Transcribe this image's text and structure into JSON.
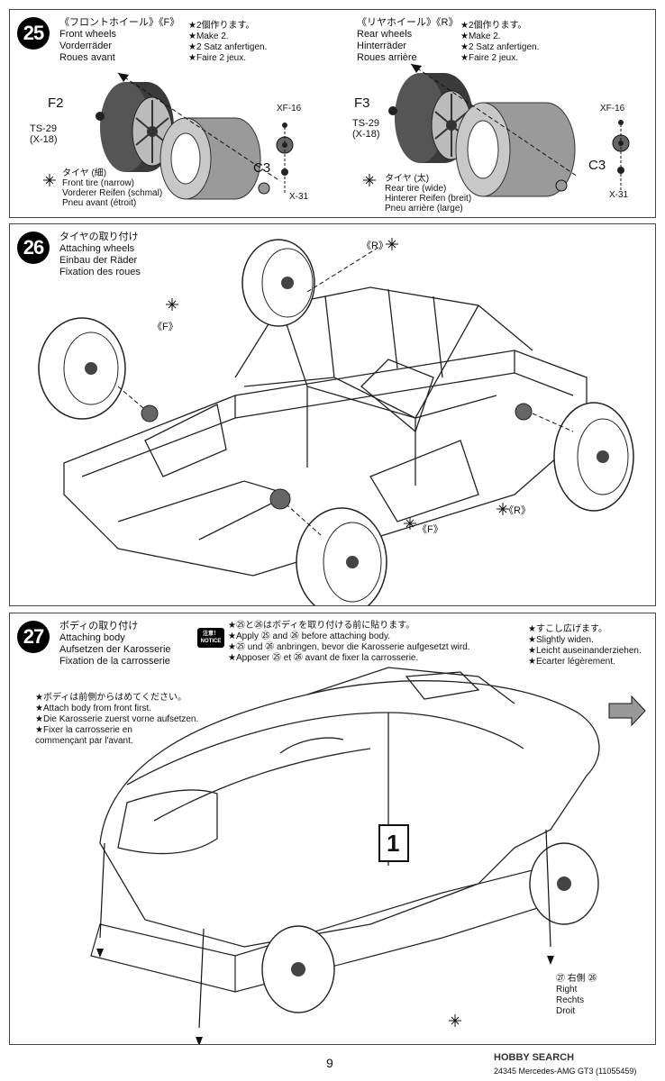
{
  "page_number": "9",
  "footer_code": "24345 Mercedes-AMG GT3 (11055459)",
  "watermark": "HOBBY SEARCH",
  "step25": {
    "number": "25",
    "front": {
      "title_jp": "《フロントホイール》《F》",
      "title_en": "Front wheels",
      "title_de": "Vorderräder",
      "title_fr": "Roues avant"
    },
    "rear": {
      "title_jp": "《リヤホイール》《R》",
      "title_en": "Rear wheels",
      "title_de": "Hinterräder",
      "title_fr": "Roues arrière"
    },
    "make2": {
      "jp": "★2個作ります。",
      "en": "★Make 2.",
      "de": "★2 Satz anfertigen.",
      "fr": "★Faire 2 jeux."
    },
    "front_parts": {
      "wheel": "F2",
      "screw": "TS-29",
      "screw_sub": "(X-18)",
      "nut": "XF-16",
      "cap": "C3",
      "axle": "X-31"
    },
    "rear_parts": {
      "wheel": "F3",
      "screw": "TS-29",
      "screw_sub": "(X-18)",
      "nut": "XF-16",
      "cap": "C3",
      "axle": "X-31"
    },
    "front_tire": {
      "jp": "タイヤ (細)",
      "en": "Front tire (narrow)",
      "de": "Vorderer Reifen (schmal)",
      "fr": "Pneu avant (étroit)"
    },
    "rear_tire": {
      "jp": "タイヤ (太)",
      "en": "Rear tire (wide)",
      "de": "Hinterer Reifen (breit)",
      "fr": "Pneu arrière (large)"
    }
  },
  "step26": {
    "number": "26",
    "title_jp": "タイヤの取り付け",
    "title_en": "Attaching wheels",
    "title_de": "Einbau der Räder",
    "title_fr": "Fixation des roues",
    "label_r": "《R》",
    "label_f": "《F》"
  },
  "step27": {
    "number": "27",
    "title_jp": "ボディの取り付け",
    "title_en": "Attaching body",
    "title_de": "Aufsetzen der Karosserie",
    "title_fr": "Fixation de la carrosserie",
    "notice_badge": [
      "注意！",
      "NOTICE"
    ],
    "notice": [
      "★㉕と㉖はボディを取り付ける前に貼ります。",
      "★Apply ㉕ and ㉖ before attaching body.",
      "★㉕ und ㉖ anbringen, bevor die Karosserie aufgesetzt wird.",
      "★Apposer ㉕ et ㉖ avant de fixer la carrosserie."
    ],
    "widen": [
      "★すこし広げます。",
      "★Slightly widen.",
      "★Leicht auseinanderziehen.",
      "★Ecarter légèrement."
    ],
    "front_first": [
      "★ボディは前側からはめてください。",
      "★Attach body from front first.",
      "★Die Karosserie zuerst vorne aufsetzen.",
      "★Fixer la carrosserie en",
      "commençant par l'avant."
    ],
    "race_number": "1",
    "right_side": [
      "㉗ 右側 ㉖",
      "Right",
      "Rechts",
      "Droit"
    ]
  },
  "colors": {
    "ink": "#111111",
    "tire": "#3a3a3a",
    "tire_gray": "#9a9a9a",
    "frame": "#444444"
  }
}
